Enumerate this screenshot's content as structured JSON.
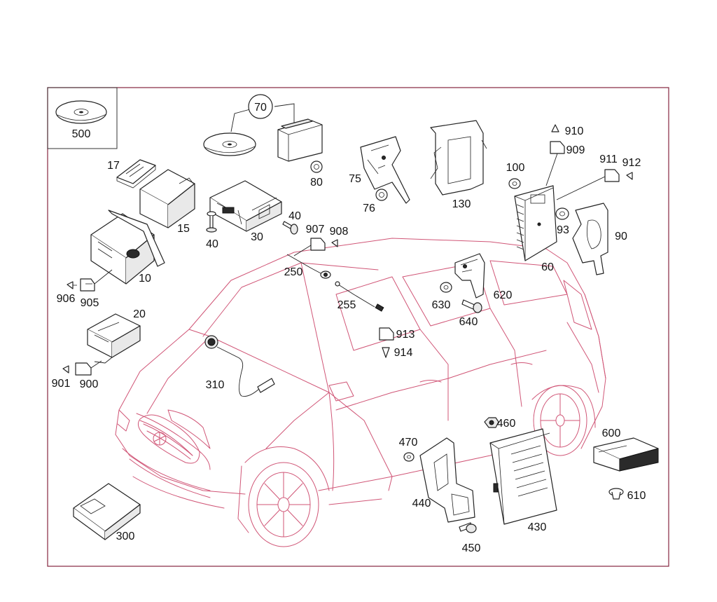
{
  "diagram": {
    "part_labels": {
      "p500": "500",
      "p70": "70",
      "p80": "80",
      "p17": "17",
      "p15": "15",
      "p30": "30",
      "p40a": "40",
      "p40b": "40",
      "p10": "10",
      "p906": "906",
      "p905": "905",
      "p907": "907",
      "p908": "908",
      "p250": "250",
      "p255": "255",
      "p913": "913",
      "p914": "914",
      "p20": "20",
      "p901": "901",
      "p900": "900",
      "p310": "310",
      "p75": "75",
      "p76": "76",
      "p130": "130",
      "p100": "100",
      "p910": "910",
      "p909": "909",
      "p911": "911",
      "p912": "912",
      "p93": "93",
      "p90": "90",
      "p60": "60",
      "p620": "620",
      "p630": "630",
      "p640": "640",
      "p460": "460",
      "p470": "470",
      "p440": "440",
      "p430": "430",
      "p450": "450",
      "p600": "600",
      "p610": "610",
      "p300": "300"
    },
    "colors": {
      "frame": "#c8385f",
      "vehicle_outline": "#c8385f",
      "parts": "#222222"
    }
  }
}
